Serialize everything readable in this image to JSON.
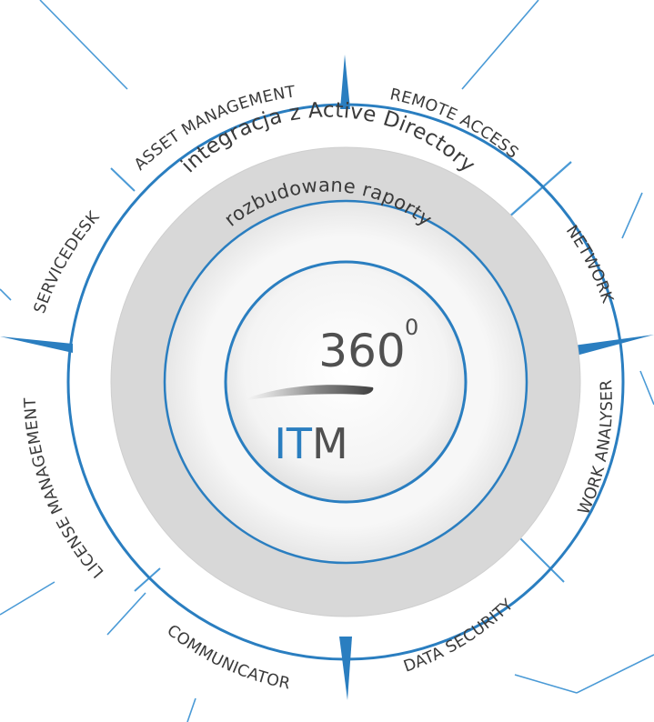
{
  "center": {
    "degrees": "360",
    "degree_mark": "0",
    "logo_prefix": "IT",
    "logo_suffix": "M"
  },
  "rings": {
    "outer_label": "integracja z Active Directory",
    "inner_label": "rozbudowane raporty"
  },
  "modules": [
    "ASSET MANAGEMENT",
    "REMOTE ACCESS",
    "NETWORK",
    "WORK ANALYSER",
    "DATA SECURITY",
    "COMMUNICATOR",
    "LICENSE MANAGEMENT",
    "SERVICEDESK"
  ],
  "colors": {
    "accent_blue": "#2a7ec0",
    "line_blue": "#4a9ad6",
    "ring_gray": "#d8d8d8",
    "text_dark": "#3a3a3a"
  }
}
